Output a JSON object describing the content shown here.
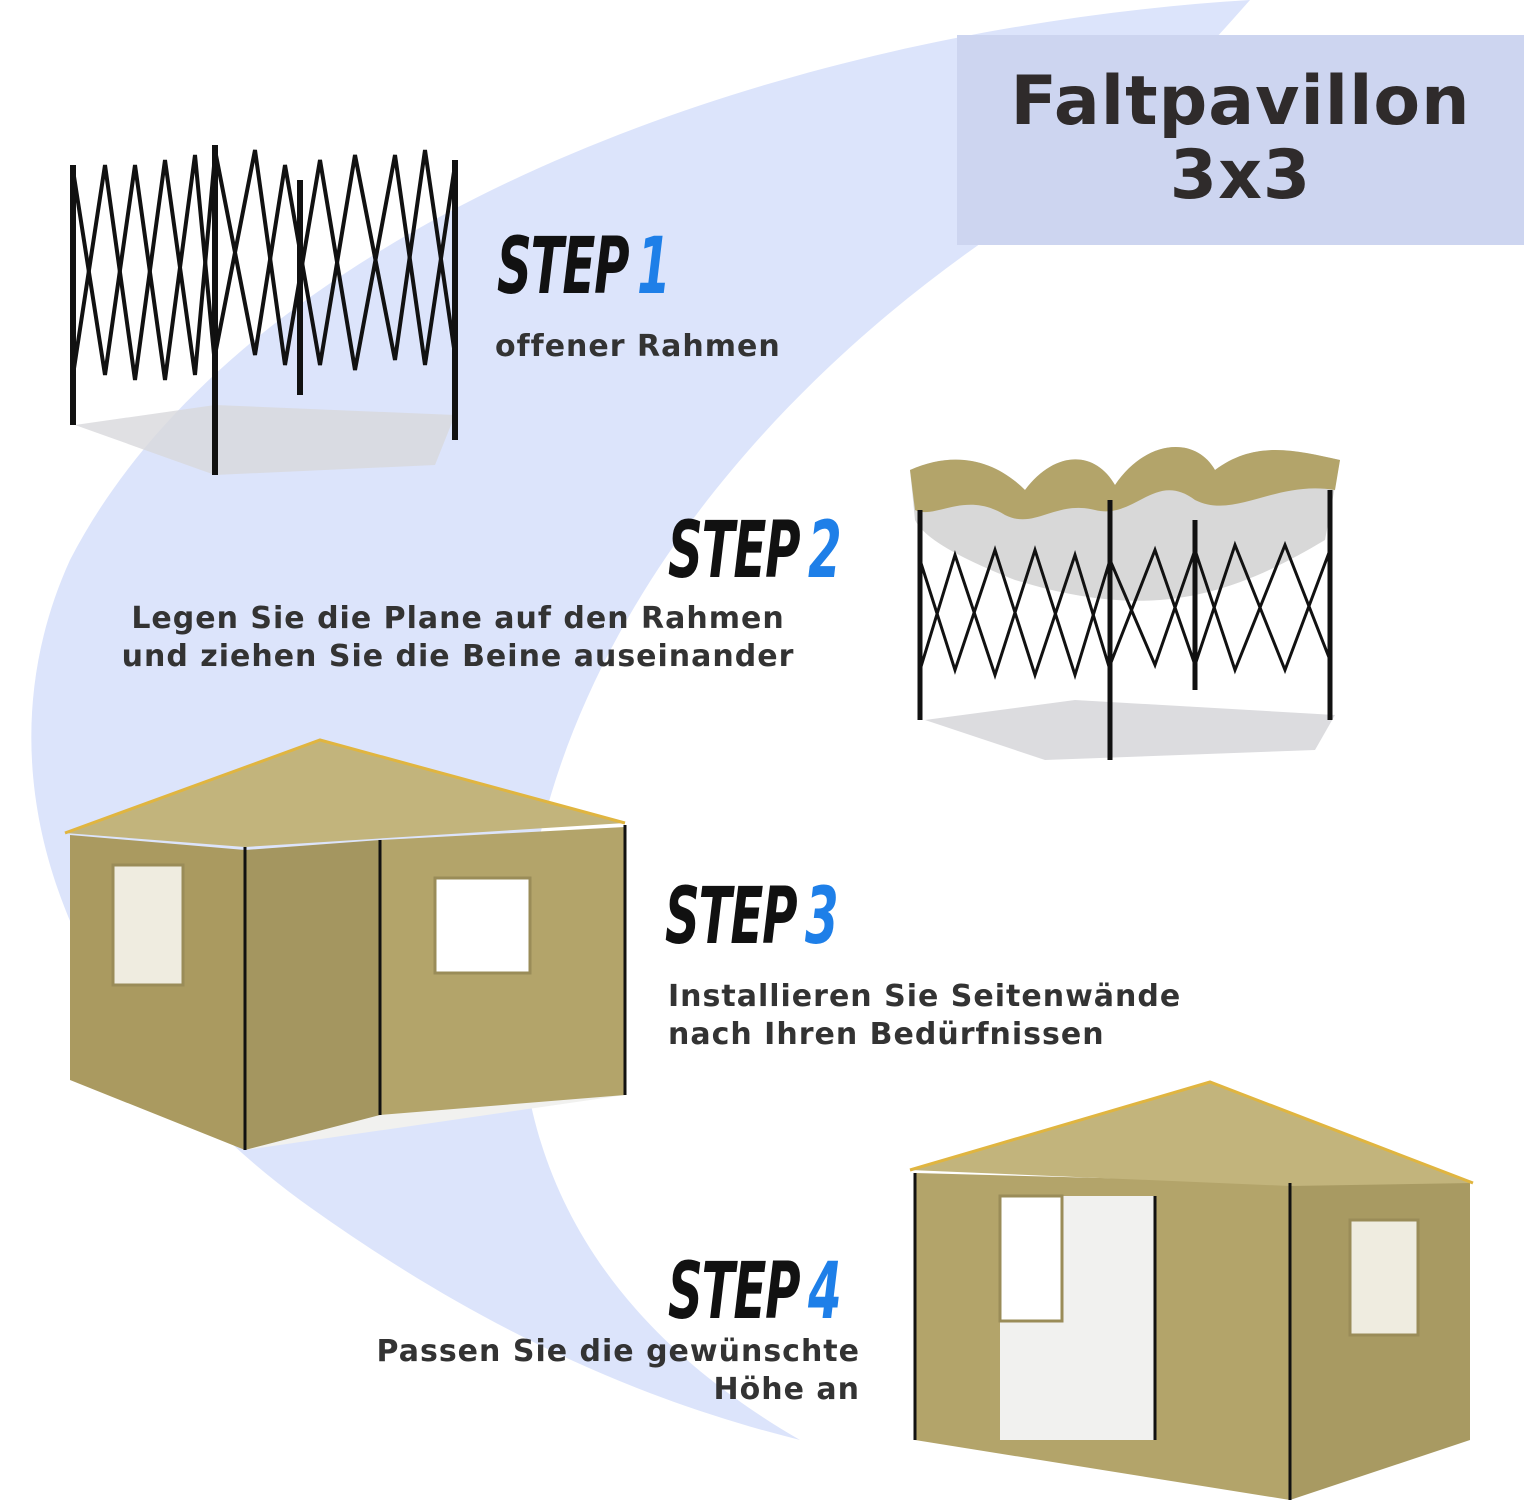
{
  "title": {
    "line1": "Faltpavillon",
    "line2": "3x3"
  },
  "steps": [
    {
      "label": "STEP",
      "number": "1",
      "desc": [
        "offener Rahmen"
      ]
    },
    {
      "label": "STEP",
      "number": "2",
      "desc": [
        "Legen Sie die Plane auf den Rahmen",
        "und ziehen Sie die Beine auseinander"
      ]
    },
    {
      "label": "STEP",
      "number": "3",
      "desc": [
        "Installieren Sie Seitenwände",
        "nach Ihren Bedürfnissen"
      ]
    },
    {
      "label": "STEP",
      "number": "4",
      "desc": [
        "Passen Sie die gewünschte",
        "Höhe an"
      ]
    }
  ],
  "colors": {
    "accent": "#1e7fe8",
    "title_bg": "#cdd5f0",
    "arc": "#dce4fb",
    "fabric": "#b3a46a"
  }
}
